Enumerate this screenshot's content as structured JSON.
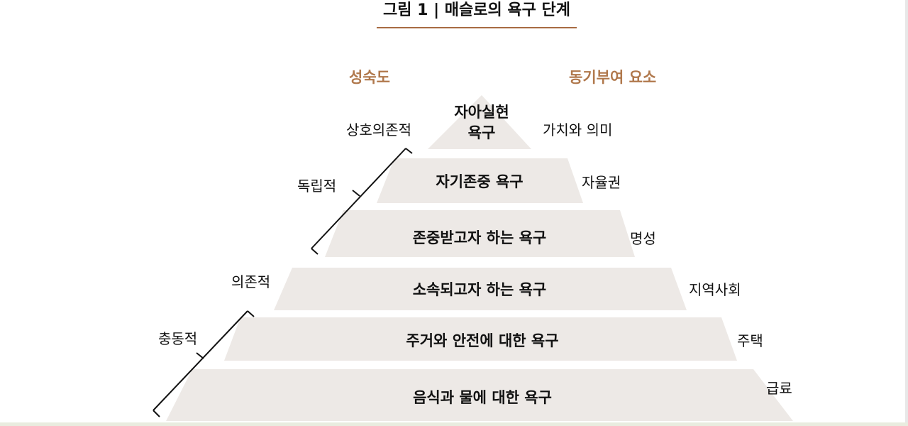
{
  "title": "그림 1 | 매슬로의 욕구 단계",
  "headers": {
    "maturity": "성숙도",
    "motivation": "동기부여 요소"
  },
  "tiers": [
    {
      "need": "자아실현 욕구",
      "need_line1": "자아실현",
      "need_line2": "욕구",
      "factor": "가치와 의미"
    },
    {
      "need": "자기존중 욕구",
      "factor": "자율권"
    },
    {
      "need": "존중받고자 하는 욕구",
      "factor": "명성"
    },
    {
      "need": "소속되고자 하는 욕구",
      "factor": "지역사회"
    },
    {
      "need": "주거와 안전에 대한 욕구",
      "factor": "주택"
    },
    {
      "need": "음식과 물에 대한 욕구",
      "factor": "급료"
    }
  ],
  "maturity_levels": {
    "interdependent": "상호의존적",
    "independent": "독립적",
    "dependent": "의존적",
    "impulsive": "충동적"
  },
  "colors": {
    "tier_fill": "#ede9e6",
    "accent": "#b0784c",
    "text": "#111111"
  }
}
